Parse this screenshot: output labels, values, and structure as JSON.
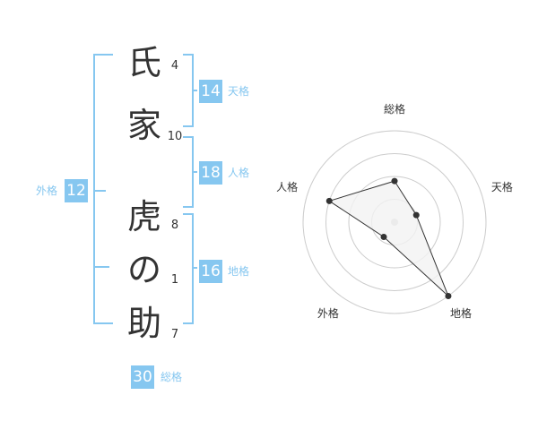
{
  "name": {
    "characters": [
      {
        "char": "氏",
        "strokes": "4"
      },
      {
        "char": "家",
        "strokes": "10"
      },
      {
        "char": "虎",
        "strokes": "8"
      },
      {
        "char": "の",
        "strokes": "1"
      },
      {
        "char": "助",
        "strokes": "7"
      }
    ]
  },
  "fortunes": {
    "tenkaku": {
      "label": "天格",
      "value": "14"
    },
    "jinkaku": {
      "label": "人格",
      "value": "18"
    },
    "chikaku": {
      "label": "地格",
      "value": "16"
    },
    "gaikaku": {
      "label": "外格",
      "value": "12"
    },
    "soukaku": {
      "label": "総格",
      "value": "30"
    }
  },
  "chart_data": {
    "type": "radar",
    "axes": [
      "総格",
      "天格",
      "地格",
      "外格",
      "人格"
    ],
    "values": [
      0.45,
      0.25,
      1.0,
      0.2,
      0.75
    ],
    "rings": 4,
    "grid": true,
    "colors": {
      "fill": "#f2f2f2",
      "line": "#333333",
      "grid": "#cccccc",
      "center": "#cccccc"
    }
  },
  "colors": {
    "accent": "#86c7f0",
    "text": "#333333"
  }
}
